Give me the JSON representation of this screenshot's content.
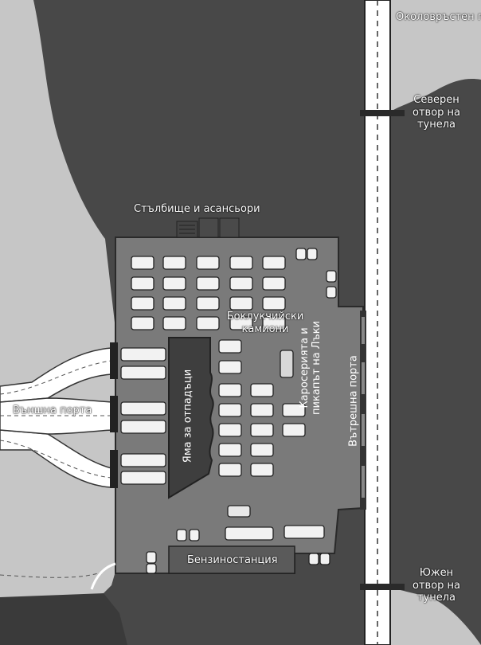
{
  "map": {
    "labels": {
      "ring_road": "Околовръстен път",
      "north_tunnel": "Северен отвор на тунела",
      "south_tunnel": "Южен отвор на тунела",
      "stairs": "Стълбище и асансьори",
      "garbage_trucks": "Боклукчийски камиони",
      "lucky_trucks": "Каросерията и пикапът на Лъки",
      "outer_gate": "Външна порта",
      "inner_gate": "Вътрешна порта",
      "garbage_pit": "Яма за отпадъци",
      "gas_station": "Бензиностанция"
    },
    "colors": {
      "rock": "#484848",
      "ground": "#c6c6c6",
      "lot": "#787878",
      "pit": "#3e3e3e",
      "road": "#ffffff"
    }
  }
}
